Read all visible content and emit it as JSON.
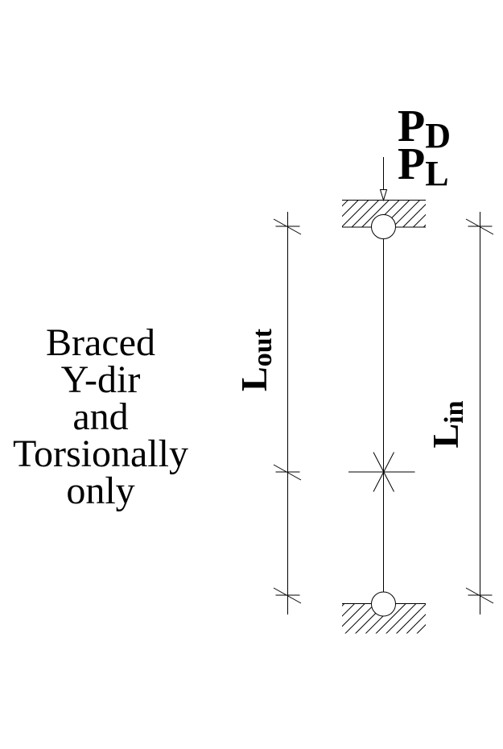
{
  "annotation": {
    "lines": [
      "Braced",
      "Y-dir",
      "and",
      "Torsionally",
      "only"
    ]
  },
  "loads": [
    {
      "main": "P",
      "sub": "D"
    },
    {
      "main": "P",
      "sub": "L"
    }
  ],
  "dimensions": {
    "outer": {
      "main": "L",
      "sub": "out"
    },
    "inner": {
      "main": "L",
      "sub": "in"
    }
  },
  "colors": {
    "ink": "#000000",
    "paper": "#ffffff"
  }
}
